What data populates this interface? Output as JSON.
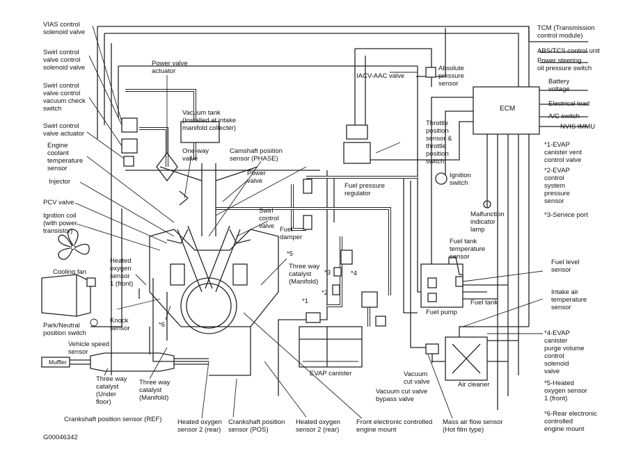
{
  "figure_id": "G00046342",
  "labels": {
    "viaS": "VIAS control\nsolenoid valve",
    "swirlSol": "Swirl control\nvalve control\nsolenoid valve",
    "swirlVac": "Swirl control\nvalve control\nvacuum check\nswitch",
    "swirlAct": "Swirl control\nvalve actuator",
    "coolant": "Engine\ncoolant\ntemperature\nsensor",
    "injector": "Injector",
    "pcv": "PCV valve",
    "coil": "Ignition coil\n(with power\ntransistor)",
    "fan": "Cooling fan",
    "pnp": "Park/Neutral\nposition switch",
    "vss": "Vehicle speed\nsensor",
    "muffler": "Muffler",
    "twcUnder": "Three way\ncatalyst\n(Under\nfloor)",
    "twcManB": "Three way\ncatalyst\n(Manifold)",
    "crankRef": "Crankshaft position sensor (REF)",
    "ho2Rear1": "Heated oxygen\nsensor 2 (rear)",
    "crankPos": "Crankshaft position\nsensor (POS)",
    "ho2Rear2": "Heated oxygen\nsensor 2 (rear)",
    "frontMount": "Front electronic controlled\nengine mount",
    "maf": "Mass air flow sensor\n(Hot film type)",
    "pva": "Power valve\nactuator",
    "vacTank": "Vacuum tank\n(Installed at intake\nmanifold collecter)",
    "oneWay": "One-way\nvalve",
    "camPhase": "Camshaft position\nsensor (PHASE)",
    "powerValve": "Power\nvalve",
    "swirlValve": "Swirl\ncontrol\nvalve",
    "fuelDamper": "Fuel\ndamper",
    "fpr": "Fuel pressure\nregulator",
    "ho2Front": "Heated\noxygen\nsensor\n1 (front)",
    "knock": "Knock\nsensor",
    "star6": "*6",
    "star5": "*5",
    "twcMan": "Three way\ncatalyst\n(Manifold)",
    "star3": "*3",
    "star2": "*2",
    "star4": "*4",
    "star1": "*1",
    "evapCan": "EVAP canister",
    "vcv": "Vacuum\ncut valve",
    "vcvb": "Vacuum cut valve\nbypass valve",
    "iacv": "IACV-AAC valve",
    "aps": "Absolute\npressure\nsensor",
    "tps": "Throttle\nposition\nsensor &\nthrottle\nposition\nswitch",
    "ign": "Ignition\nswitch",
    "mil": "Malfunction\nindicator\nlamp",
    "ftts": "Fuel tank\ntemperature\nsensor",
    "fuelLevel": "Fuel level\nsensor",
    "fuelTank": "Fuel tank",
    "fuelPump": "Fuel pump",
    "iat": "Intake air\ntemperature\nsensor",
    "aircl": "Air cleaner",
    "ecm": "ECM",
    "tcm": "TCM (Transmission\ncontrol module)",
    "abs": "ABS/TCS control unit",
    "ps": "Power steering\noil pressure switch",
    "batt": "Battery\nvoltage",
    "elec": "Electrical load",
    "ac": "A/C switch",
    "nvis": "NVIS IMMU",
    "n1": "*1-EVAP\ncanister vent\ncontrol valve",
    "n2": "*2-EVAP\ncontrol\nsystem\npressure\nsensor",
    "n3": "*3-Service port",
    "n4": "*4-EVAP\ncanister\npurge volume\ncontrol\nsolenoid\nvalve",
    "n5": "*5-Heated\noxygen sensor\n1 (front)",
    "n6": "*6-Rear electronic\ncontrolled\nengine mount"
  }
}
